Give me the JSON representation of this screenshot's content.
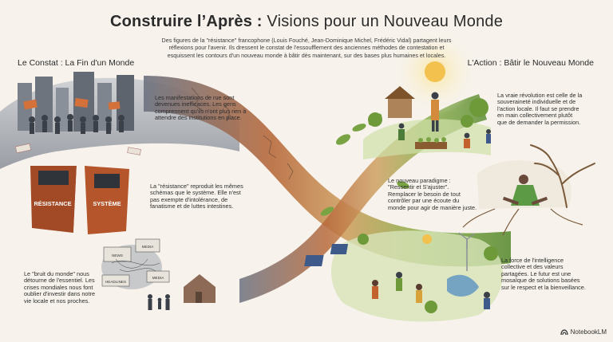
{
  "header": {
    "title_bold": "Construire l’Après :",
    "title_rest": " Visions pour un Nouveau Monde",
    "intro": "Des figures de la \"résistance\" francophone (Louis Fouché, Jean-Dominique Michel, Frédéric Vidal) partagent leurs réflexions pour l'avenir. Ils dressent le constat de l'essoufflement des anciennes méthodes de contestation et esquissent les contours d'un nouveau monde à bâtir dès maintenant, sur des bases plus humaines et locales."
  },
  "left": {
    "title": "Le Constat : La Fin d'un Monde",
    "notes": [
      "Les manifestations de rue sont devenues inefficaces. Les gens comprennent qu'ils n'ont plus rien à attendre des institutions en place.",
      "La \"résistance\" reproduit les mêmes schémas que le système. Elle n'est pas exempte d'intolérance, de fanatisme et de luttes intestines.",
      "Le \"bruit du monde\" nous détourne de l'essentiel. Les crises mondiales nous font oublier d'investir dans notre vie locale et nos proches."
    ],
    "signs": {
      "resistance": "RÉSISTANCE",
      "systeme": "SYSTÈME"
    },
    "media_labels": [
      "NEWS",
      "MEDIA",
      "MEDIA",
      "HEADLINES"
    ]
  },
  "right": {
    "title": "L'Action : Bâtir le Nouveau Monde",
    "notes": [
      "La vraie révolution est celle de la souveraineté individuelle et de l'action locale. Il faut se prendre en main collectivement plutôt que de demander la permission.",
      "Le nouveau paradigme : \"Ressentir et S'ajuster\". Remplacer le besoin de tout contrôler par une écoute du monde pour agir de manière juste.",
      "La force de l'intelligence collective et des valeurs partagées. Le futur est une mosaïque de solutions basées sur le respect et la bienveillance."
    ]
  },
  "footer": {
    "brand": "NotebookLM"
  },
  "colors": {
    "background": "#f7f3ec",
    "dark_grey": "#5d6470",
    "rust": "#c4622d",
    "green": "#6e9a3a",
    "sun": "#f2c14e"
  }
}
